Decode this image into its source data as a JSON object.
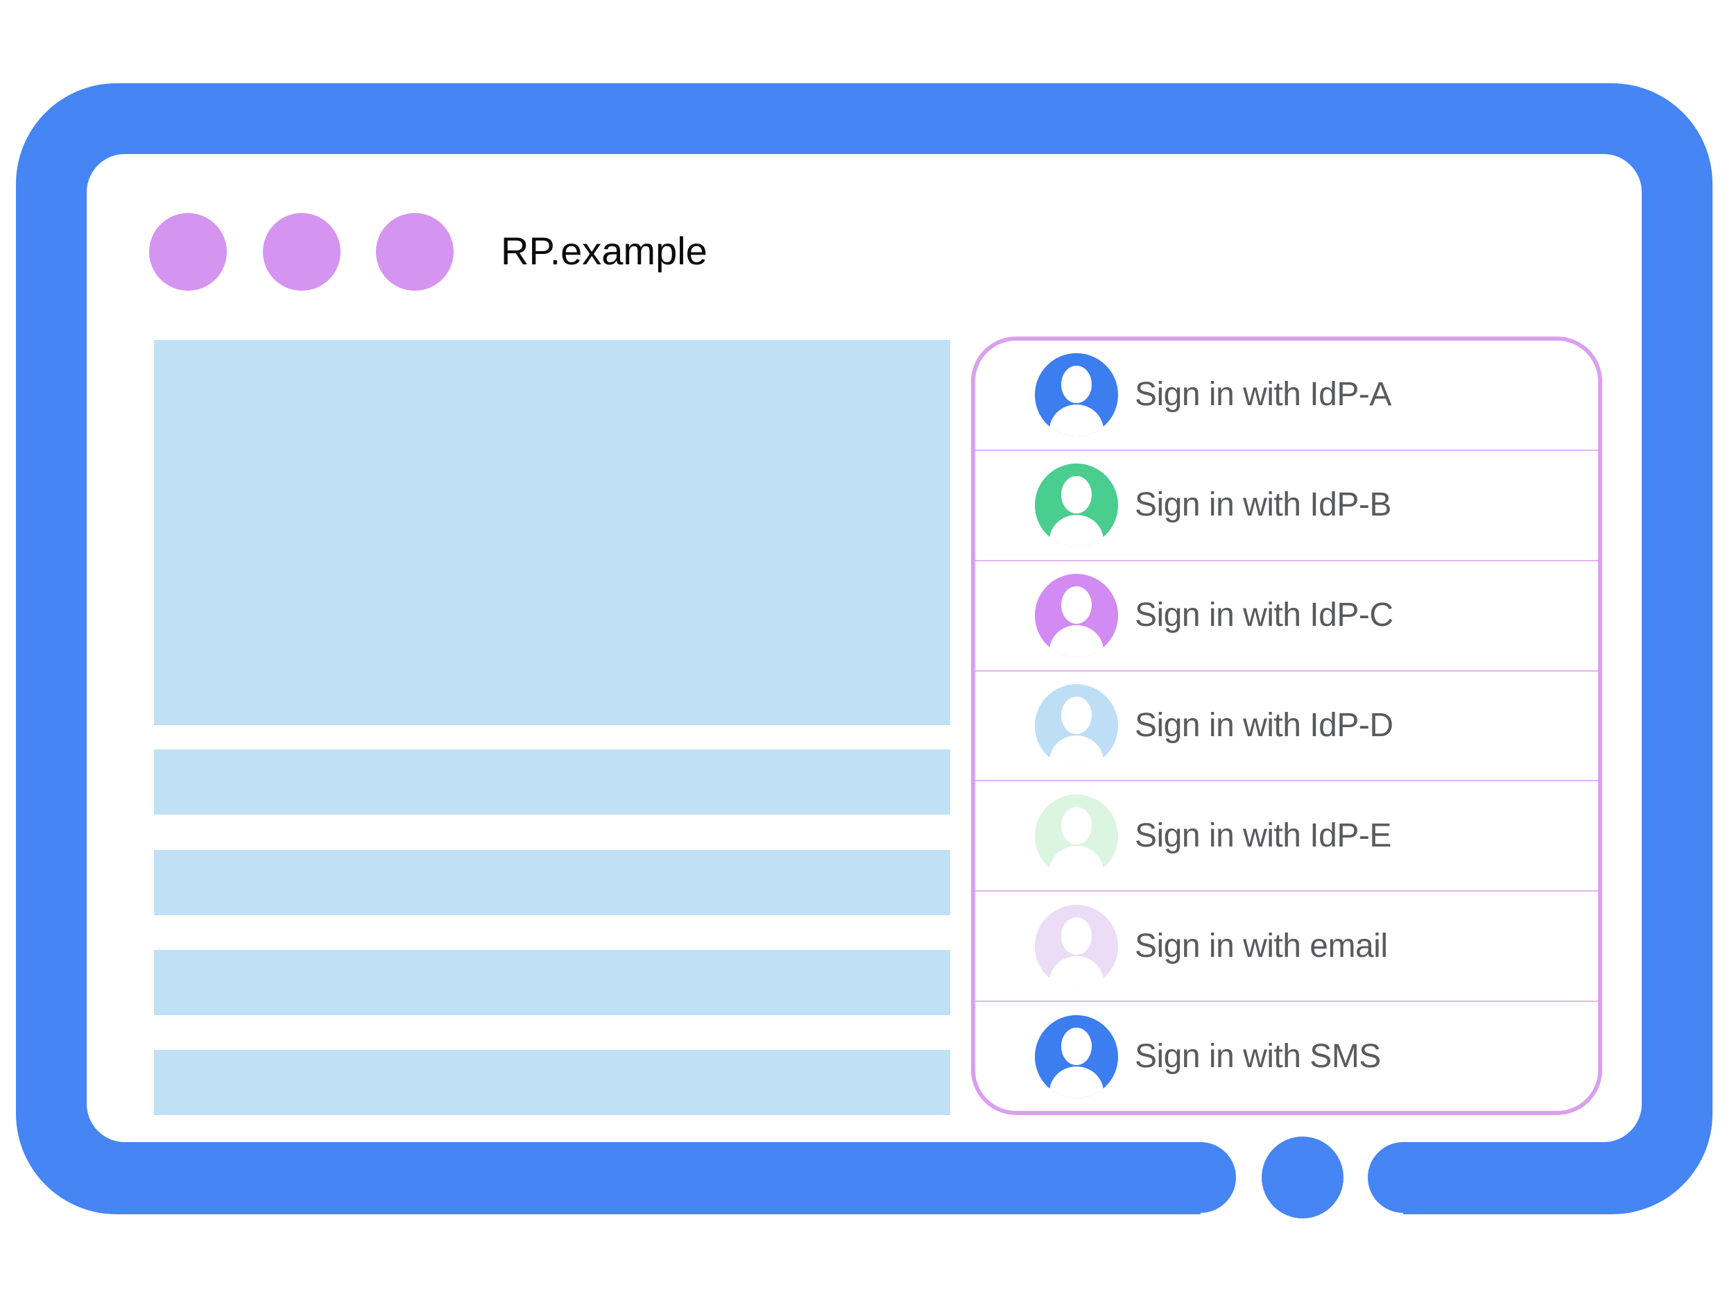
{
  "browser_frame": {
    "title": "RP.example",
    "frame_color": "#4585F4",
    "window_dots": {
      "count": 3,
      "color": "#D494F0"
    },
    "home_dot_color": "#4585F4"
  },
  "content_placeholders": {
    "color": "#C0E1F5",
    "bar_count": 4
  },
  "signin_panel": {
    "border_color": "#DA9FF0",
    "divider_color": "#E2B4F2",
    "label_color": "#595A5D",
    "items": [
      {
        "label": "Sign in with IdP-A",
        "avatar_color": "#3C7DEF",
        "icon": "person-icon"
      },
      {
        "label": "Sign in with IdP-B",
        "avatar_color": "#49CE8F",
        "icon": "person-icon"
      },
      {
        "label": "Sign in with IdP-C",
        "avatar_color": "#D28BF2",
        "icon": "person-icon"
      },
      {
        "label": "Sign in with IdP-D",
        "avatar_color": "#BEDEF5",
        "icon": "person-icon"
      },
      {
        "label": "Sign in with IdP-E",
        "avatar_color": "#DCF5E1",
        "icon": "person-icon"
      },
      {
        "label": "Sign in with email",
        "avatar_color": "#EBDDF6",
        "icon": "person-icon"
      },
      {
        "label": "Sign in with SMS",
        "avatar_color": "#3C7DEF",
        "icon": "person-icon"
      }
    ]
  }
}
